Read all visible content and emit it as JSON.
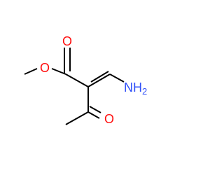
{
  "molecule": {
    "atoms": {
      "carbonyl_oxygen": {
        "symbol": "O"
      },
      "ester_oxygen": {
        "symbol": "O"
      },
      "ketone_oxygen": {
        "symbol": "O"
      },
      "amine": {
        "symbol": "NH",
        "subscript": "2"
      }
    },
    "colors": {
      "bond": "#000000",
      "oxygen": "#ff0d0d",
      "nitrogen": "#3050f8",
      "background": "#ffffff"
    }
  }
}
